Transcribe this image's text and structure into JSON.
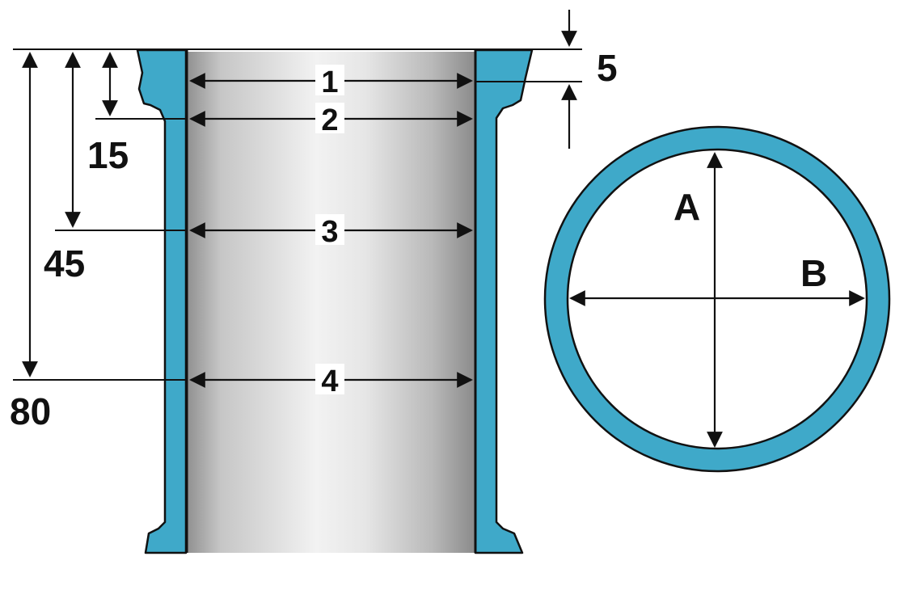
{
  "liner": {
    "depth_labels": [
      "5",
      "15",
      "45",
      "80"
    ],
    "belt_labels": [
      "1",
      "2",
      "3",
      "4"
    ]
  },
  "cross_section": {
    "axis_labels": [
      "A",
      "B"
    ]
  },
  "colors": {
    "wall": "#3fa9c9",
    "outline": "#111111",
    "bore_light": "#f4f4f4",
    "bore_dark": "#9c9c9c",
    "background": "#ffffff"
  }
}
